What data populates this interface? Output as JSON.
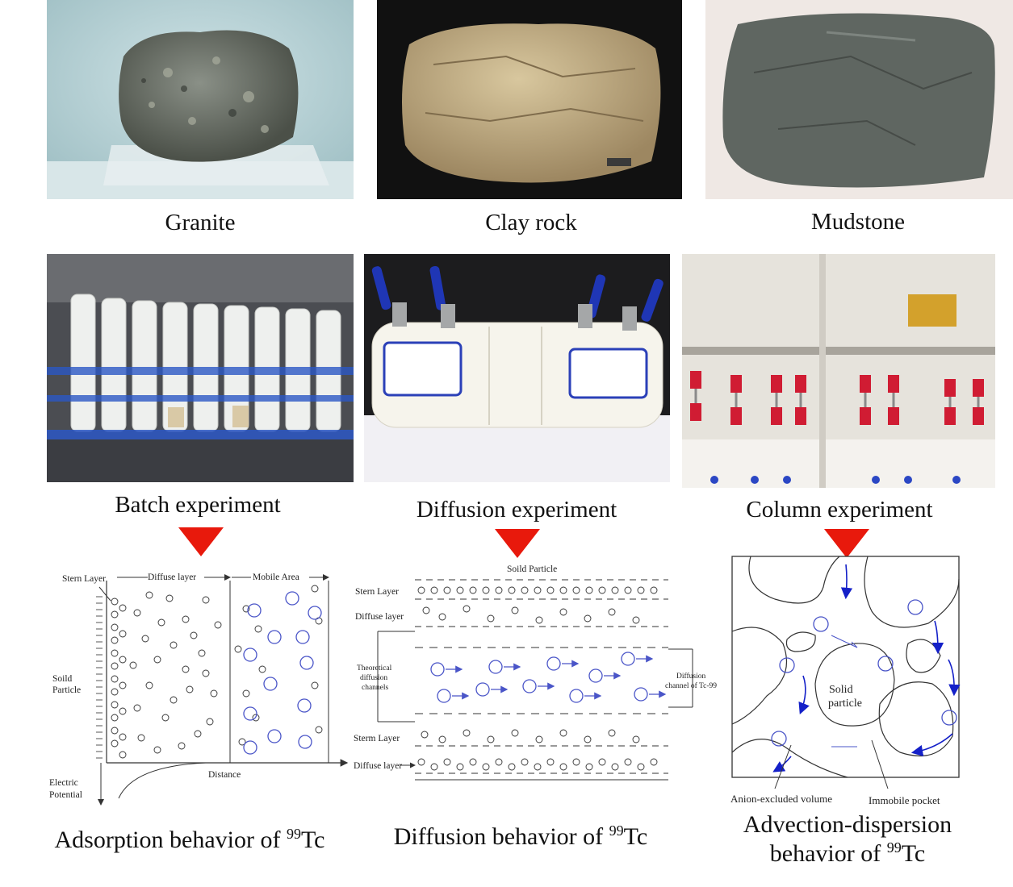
{
  "photos": [
    {
      "caption": "Granite"
    },
    {
      "caption": "Clay rock"
    },
    {
      "caption": "Mudstone"
    },
    {
      "caption": "Batch experiment"
    },
    {
      "caption": "Diffusion experiment"
    },
    {
      "caption": "Column experiment"
    }
  ],
  "adsorption": {
    "stern_layer": "Stern Layer",
    "diffuse_layer": "Diffuse layer",
    "mobile_area": "Mobile Area",
    "soild_particle": "Soild",
    "particle": "Particle",
    "distance": "Distance",
    "electric": "Electric",
    "potential": "Potential",
    "caption_prefix": "Adsorption behavior of ",
    "sup": "99",
    "element": "Tc"
  },
  "diffusion": {
    "soild_particle": "Soild Particle",
    "stern_top": "Stern Layer",
    "diffuse_top": "Diffuse layer",
    "theoretical": "Theoretical",
    "diffusion_word": "diffusion",
    "channels": "channels",
    "diffusion_label": "Diffusion",
    "channel_tc": "channel of Tc-99",
    "stern_bottom": "Sterm Layer",
    "diffuse_bottom": "Diffuse layer",
    "caption_prefix": "Diffusion behavior of ",
    "sup": "99",
    "element": "Tc"
  },
  "advection": {
    "solid": "Solid",
    "particle": "particle",
    "anion_excluded": "Anion-excluded volume",
    "immobile_pocket": "Immobile pocket",
    "caption_line1": "Advection-dispersion",
    "caption_prefix": "behavior of ",
    "sup": "99",
    "element": "Tc"
  },
  "colors": {
    "arrow": "#e8190c",
    "anion": "#4a55c8",
    "flow": "#1420c8"
  }
}
